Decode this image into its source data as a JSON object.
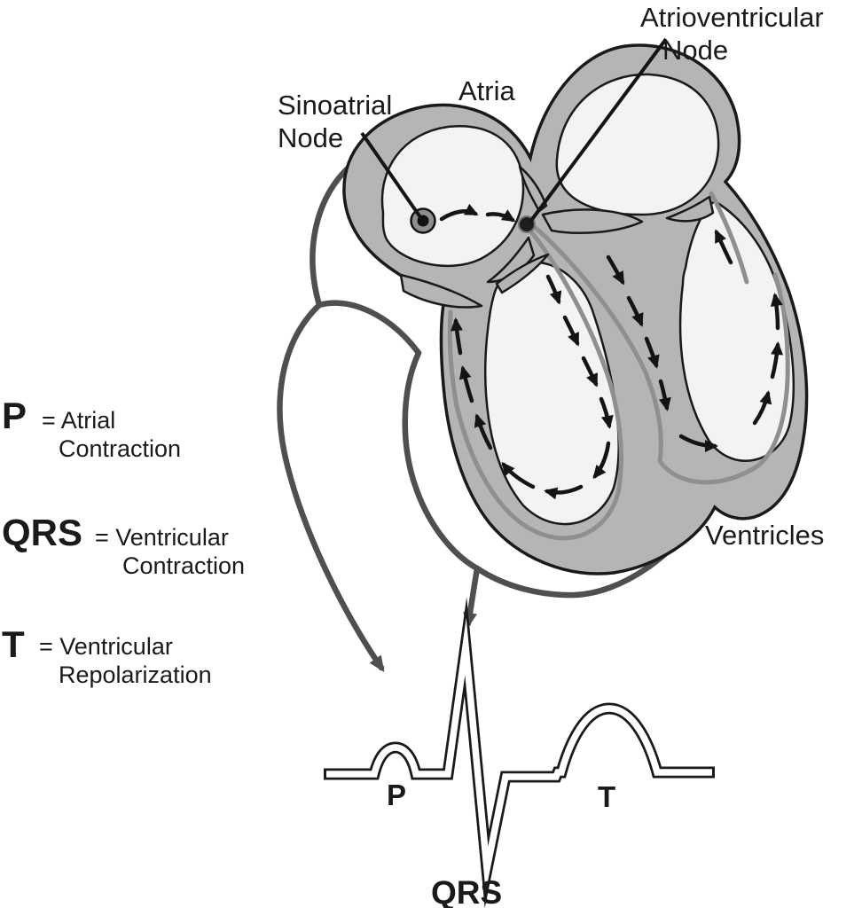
{
  "diagram": {
    "labels": {
      "sinoatrial_line1": "Sinoatrial",
      "sinoatrial_line2": "Node",
      "atrioventricular_line1": "Atrioventricular",
      "atrioventricular_line2": "Node",
      "atria": "Atria",
      "ventricles": "Ventricles"
    },
    "legend": [
      {
        "symbol": "P",
        "eq": "= Atrial",
        "line2": "Contraction"
      },
      {
        "symbol": "QRS",
        "eq": "= Ventricular",
        "line2": "Contraction"
      },
      {
        "symbol": "T",
        "eq": "= Ventricular",
        "line2": "Repolarization"
      }
    ],
    "ecg": {
      "p": "P",
      "qrs": "QRS",
      "t": "T"
    },
    "colors": {
      "wall": "#b5b5b5",
      "chamber": "#f3f3f3",
      "conduction": "#8f8f8f",
      "outline": "#1a1a1a",
      "vessel": "#4f4f4f"
    }
  }
}
